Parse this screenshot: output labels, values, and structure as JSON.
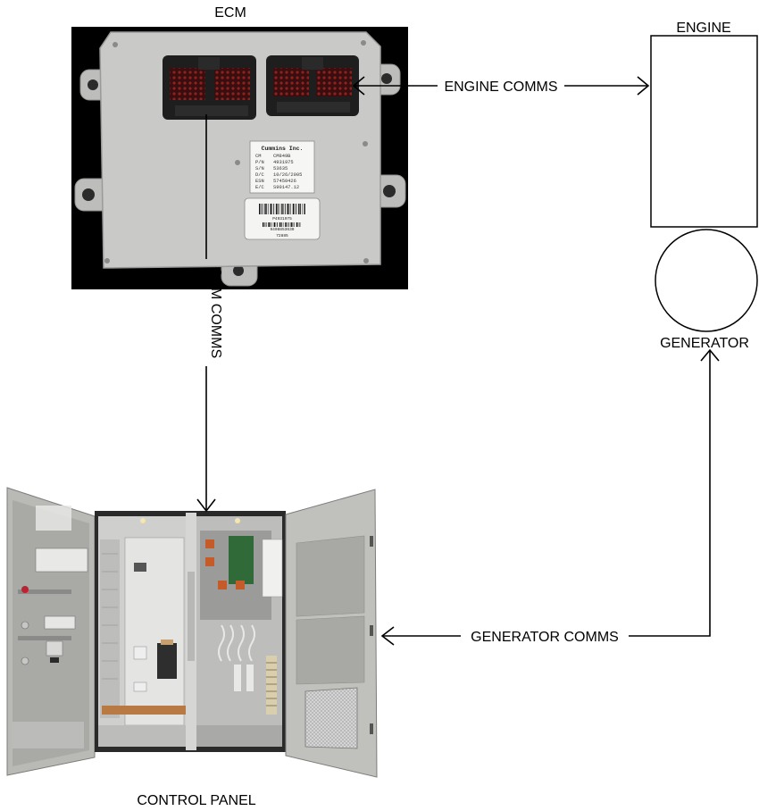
{
  "labels": {
    "ecm": "ECM",
    "engine": "ENGINE",
    "generator": "GENERATOR",
    "control_panel": "CONTROL PANEL",
    "engine_comms": "ENGINE COMMS",
    "oem_comms": "OEM COMMS",
    "generator_comms": "GENERATOR COMMS"
  },
  "ecm_label_plate": {
    "maker": "Cummins Inc.",
    "rows": [
      {
        "key": "CM",
        "value": "CM849B"
      },
      {
        "key": "P/N",
        "value": "4931975"
      },
      {
        "key": "S/N",
        "value": "53635"
      },
      {
        "key": "D/C",
        "value": "10/26/2005"
      },
      {
        "key": "ESN",
        "value": "57450426"
      },
      {
        "key": "E/C",
        "value": "S90147.12"
      }
    ]
  },
  "ecm_barcode": {
    "code_top": "P4931975",
    "code_mid": "9408853630",
    "code_bottom": "72885"
  },
  "colors": {
    "line": "#000000",
    "ecm_background": "#000000",
    "ecm_body": "#c9c9c7",
    "connector": "#1e1e1e",
    "connector_pins": "#6b1a1a",
    "cabinet": "#b9b9b6",
    "cabinet_dark": "#2a2a2a"
  }
}
